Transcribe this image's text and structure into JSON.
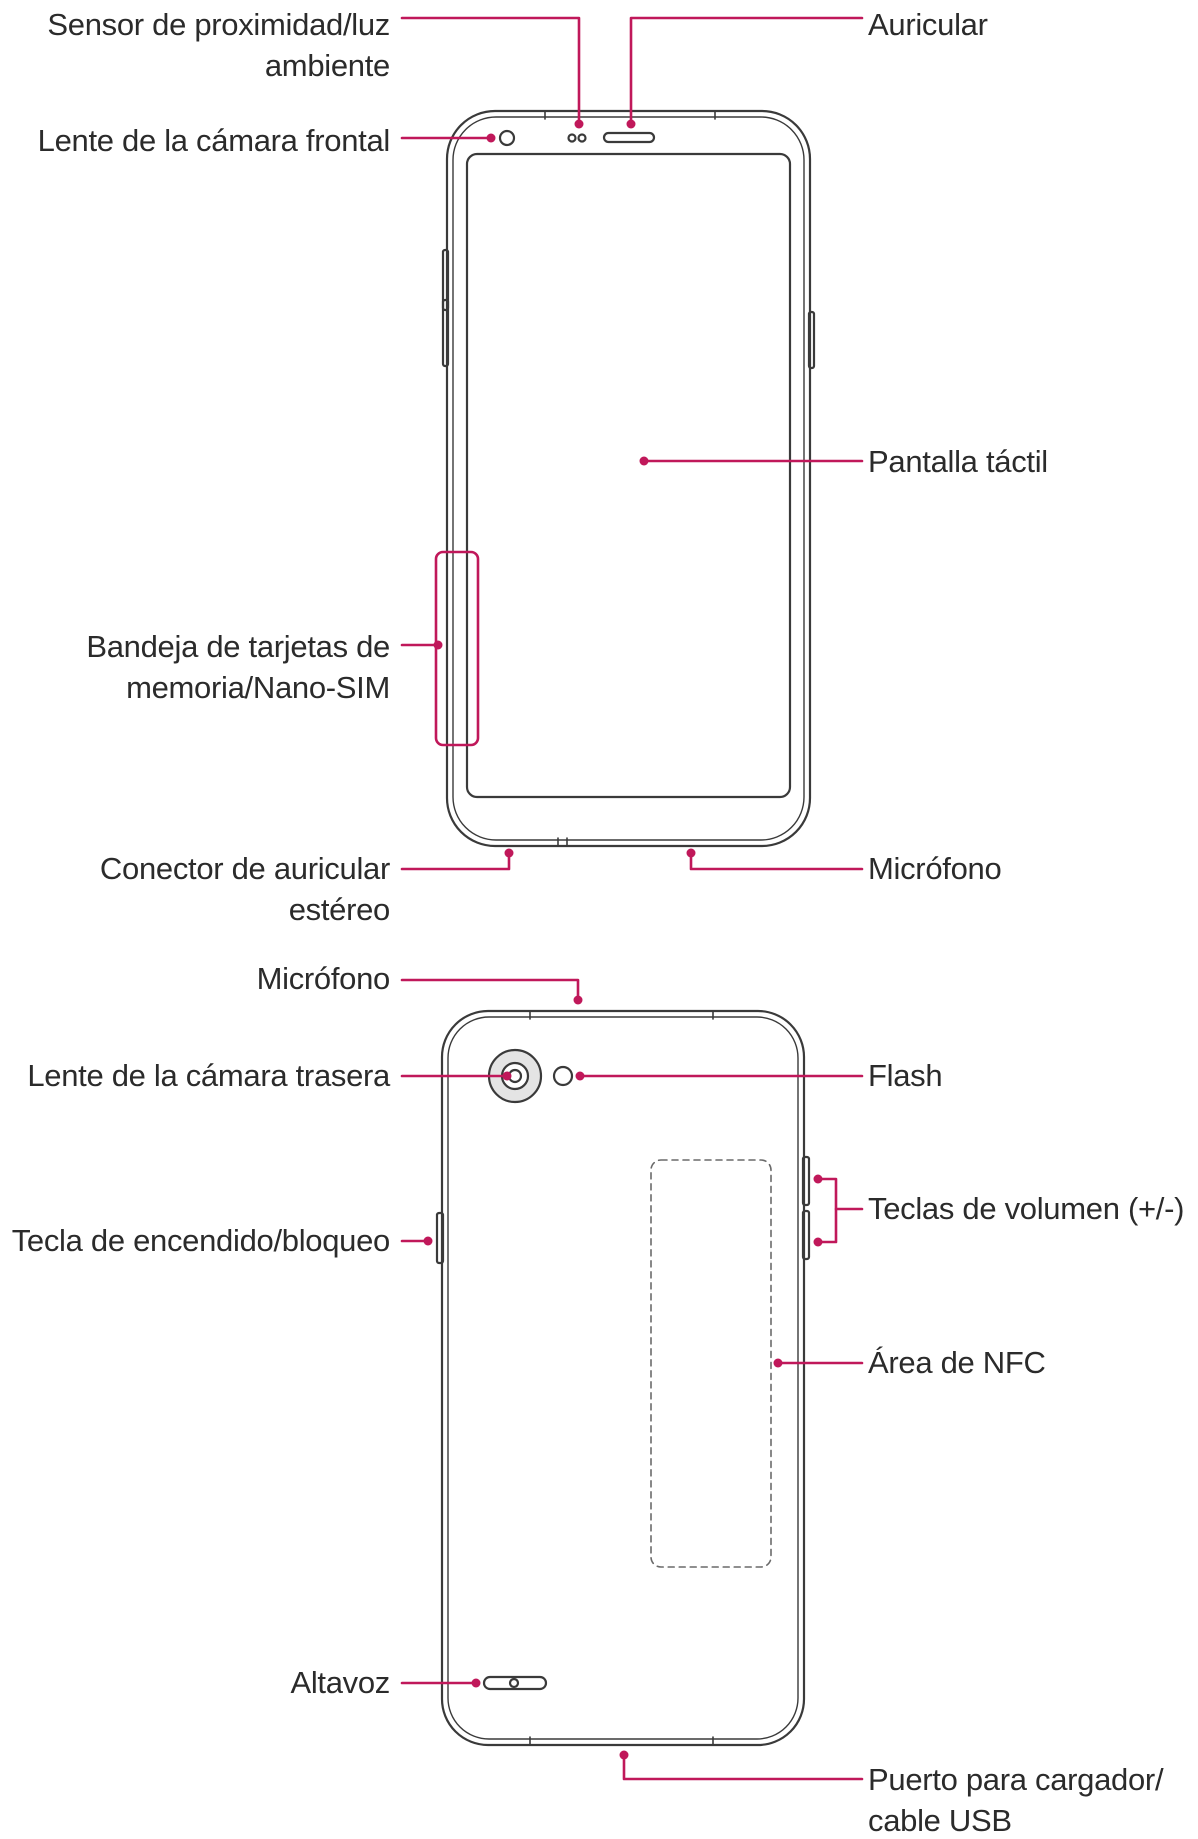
{
  "accent_color": "#c0185a",
  "outline_color": "#3a3a3a",
  "front_labels": {
    "proximity_sensor": [
      "Sensor de proximidad/luz",
      "ambiente"
    ],
    "front_camera": "Lente de la cámara frontal",
    "earpiece": "Auricular",
    "touch_screen": "Pantalla táctil",
    "card_tray": [
      "Bandeja de tarjetas de",
      "memoria/Nano-SIM"
    ],
    "headset_jack": [
      "Conector de auricular",
      "estéreo"
    ],
    "microphone_bottom": "Micrófono"
  },
  "back_labels": {
    "microphone_top": "Micrófono",
    "rear_camera": "Lente de la cámara trasera",
    "flash": "Flash",
    "power_key": "Tecla de encendido/bloqueo",
    "volume_keys": "Teclas de volumen (+/-)",
    "nfc_area": "Área de NFC",
    "speaker": "Altavoz",
    "charger_port": [
      "Puerto para cargador/",
      "cable USB"
    ]
  }
}
